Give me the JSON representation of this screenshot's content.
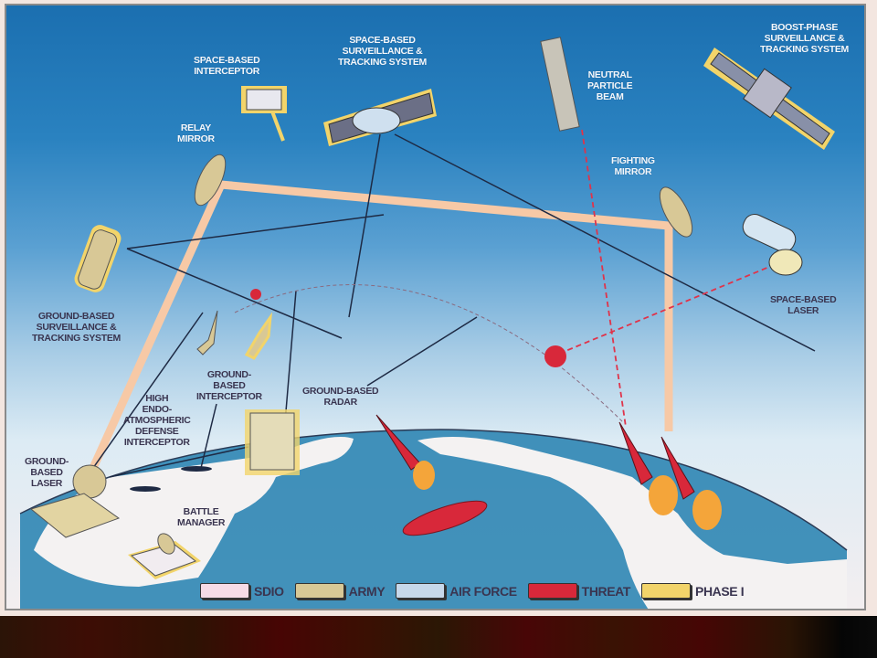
{
  "diagram": {
    "title": "",
    "labels": {
      "space_based_interceptor": "SPACE-BASED\nINTERCEPTOR",
      "space_based_surveillance": "SPACE-BASED\nSURVEILLANCE &\nTRACKING SYSTEM",
      "neutral_particle_beam": "NEUTRAL\nPARTICLE\nBEAM",
      "boost_phase_surveillance": "BOOST-PHASE\nSURVEILLANCE &\nTRACKING SYSTEM",
      "relay_mirror": "RELAY\nMIRROR",
      "fighting_mirror": "FIGHTING\nMIRROR",
      "space_based_laser": "SPACE-BASED\nLASER",
      "ground_based_surveillance": "GROUND-BASED\nSURVEILLANCE &\nTRACKING SYSTEM",
      "ground_based_interceptor": "GROUND-\nBASED\nINTERCEPTOR",
      "high_endo_interceptor": "HIGH\nENDO-\nATMOSPHERIC\nDEFENSE\nINTERCEPTOR",
      "ground_based_radar": "GROUND-BASED\nRADAR",
      "ground_based_laser": "GROUND-\nBASED\nLASER",
      "battle_manager": "BATTLE\nMANAGER"
    },
    "legend": [
      {
        "label": "SDIO",
        "color": "#f6dbe6"
      },
      {
        "label": "ARMY",
        "color": "#d8c896"
      },
      {
        "label": "AIR FORCE",
        "color": "#c6d8ea"
      },
      {
        "label": "THREAT",
        "color": "#d8283a"
      },
      {
        "label": "PHASE I",
        "color": "#f2d46a"
      }
    ],
    "colors": {
      "sky_top": "#1b6fb0",
      "sky_bottom": "#f3eef0",
      "ocean": "#2f86b4",
      "land": "#f4f2f2",
      "laser_beam": "#f7c9a6",
      "threat": "#d8283a",
      "phase1_outline": "#f2d46a"
    }
  }
}
